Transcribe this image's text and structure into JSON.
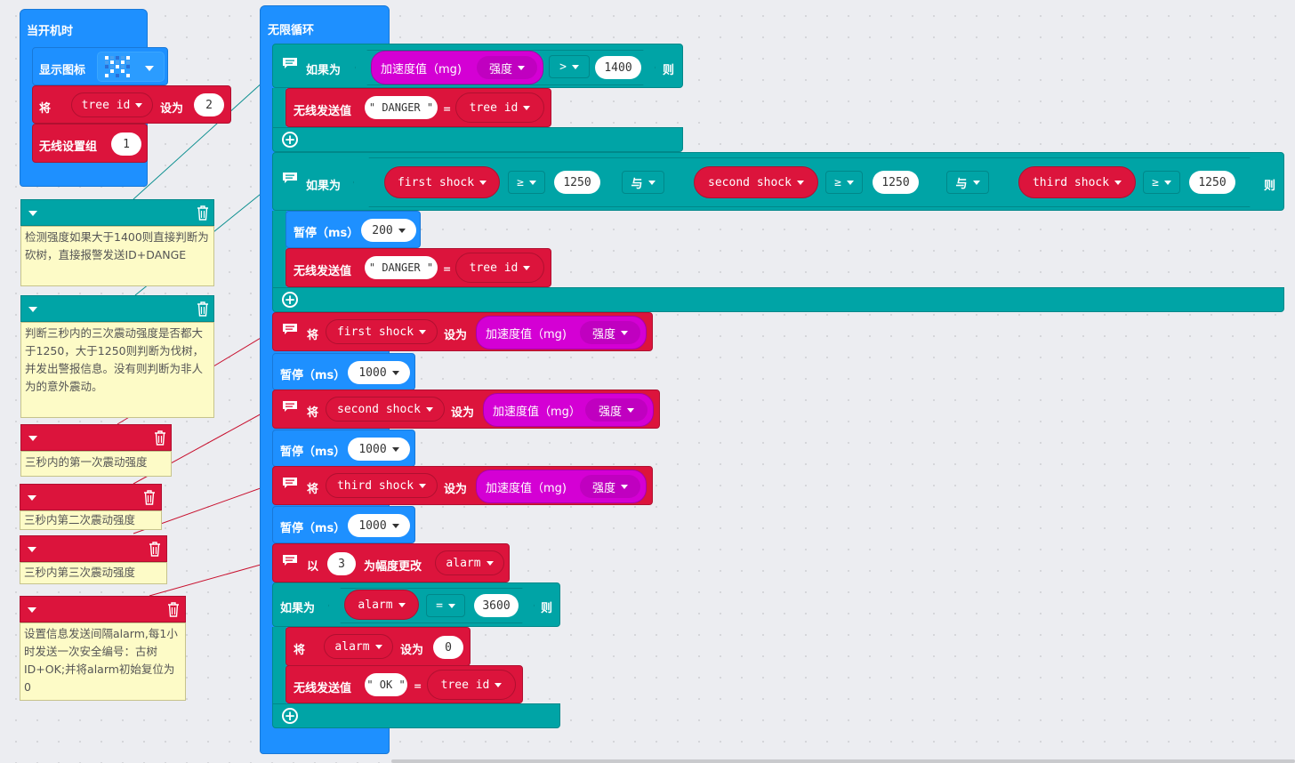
{
  "on_start": {
    "title": "当开机时",
    "show_icon_label": "显示图标",
    "set_label": "将",
    "set_var": "tree id",
    "set_to_label": "设为",
    "set_value": "2",
    "radio_group_label": "无线设置组",
    "radio_group_value": "1"
  },
  "forever": {
    "title": "无限循环",
    "if1": {
      "if_label": "如果为",
      "sensor_label": "加速度值（mg)",
      "sensor_dim": "强度",
      "op": ">",
      "value": "1400",
      "then_label": "则",
      "send_label": "无线发送值",
      "send_key": "DANGER",
      "eq": "=",
      "send_var": "tree id"
    },
    "if2": {
      "if_label": "如果为",
      "var1": "first shock",
      "op1": "≥",
      "val1": "1250",
      "and1": "与",
      "var2": "second shock",
      "op2": "≥",
      "val2": "1250",
      "and2": "与",
      "var3": "third shock",
      "op3": "≥",
      "val3": "1250",
      "then_label": "则",
      "pause_label": "暂停（ms）",
      "pause_value": "200",
      "send_label": "无线发送值",
      "send_key": "DANGER",
      "eq": "=",
      "send_var": "tree id"
    },
    "set1": {
      "label": "将",
      "var": "first shock",
      "to": "设为",
      "sensor": "加速度值（mg)",
      "dim": "强度"
    },
    "pause1": {
      "label": "暂停（ms）",
      "value": "1000"
    },
    "set2": {
      "label": "将",
      "var": "second shock",
      "to": "设为",
      "sensor": "加速度值（mg）",
      "dim": "强度"
    },
    "pause2": {
      "label": "暂停（ms）",
      "value": "1000"
    },
    "set3": {
      "label": "将",
      "var": "third shock",
      "to": "设为",
      "sensor": "加速度值（mg)",
      "dim": "强度"
    },
    "pause3": {
      "label": "暂停（ms）",
      "value": "1000"
    },
    "change": {
      "label_by": "以",
      "value": "3",
      "label_change": "为幅度更改",
      "var": "alarm"
    },
    "if3": {
      "if_label": "如果为",
      "var": "alarm",
      "op": "=",
      "value": "3600",
      "then_label": "则",
      "set_label": "将",
      "set_var": "alarm",
      "set_to": "设为",
      "set_value": "0",
      "send_label": "无线发送值",
      "send_key": "OK",
      "eq": "=",
      "send_var": "tree id"
    }
  },
  "notes": [
    {
      "text": "检测强度如果大于1400则直接判断为砍树，直接报警发送ID+DANGE"
    },
    {
      "text": "判断三秒内的三次震动强度是否都大于1250，大于1250则判断为伐树，并发出警报信息。没有则判断为非人为的意外震动。"
    },
    {
      "text": "三秒内的第一次震动强度"
    },
    {
      "text": "三秒内第二次震动强度"
    },
    {
      "text": "三秒内第三次震动强度"
    },
    {
      "text": "设置信息发送间隔alarm,每1小时发送一次安全编号：古树ID+OK;并将alarm初始复位为0"
    }
  ],
  "colors": {
    "basic_blue": "#1e90ff",
    "variables_red": "#dc143c",
    "logic_teal": "#00a4a6",
    "input_magenta": "#d400d4",
    "comment_yellow": "#fdfbc7"
  }
}
